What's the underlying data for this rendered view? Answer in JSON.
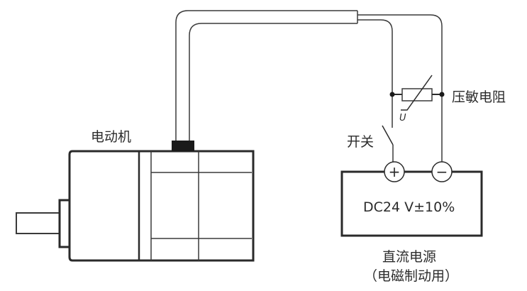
{
  "labels": {
    "motor": "电动机",
    "switch": "开关",
    "varistor": "压敏电阻",
    "varistor_symbol": "U",
    "power_spec": "DC24 V±10%",
    "power_name": "直流电源",
    "power_note": "（电磁制动用）"
  },
  "terminals": {
    "positive": "+",
    "negative": "−"
  },
  "colors": {
    "line": "#3a3a3a",
    "thick_line": "#2a2a2a",
    "text": "#2b2b2b",
    "connector": "#1a1a1a"
  }
}
